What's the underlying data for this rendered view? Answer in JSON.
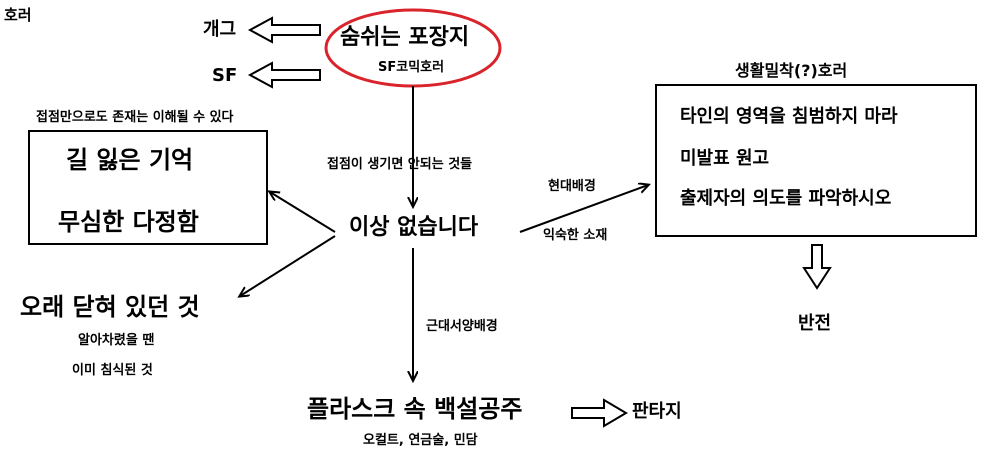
{
  "corner_label": "호러",
  "center": {
    "title": "숨쉬는 포장지",
    "subtitle": "SF코믹호러"
  },
  "left_top_items": [
    {
      "label": "개그"
    },
    {
      "label": "SF"
    }
  ],
  "edge_top": "접점이 생기면 안되는 것들",
  "hub": "이상 없습니다",
  "left_box": {
    "caption": "접점만으로도 존재는 이해될 수 있다",
    "lines": [
      "길 잃은 기억",
      "무심한 다정함"
    ]
  },
  "left_bottom": {
    "title": "오래 닫혀 있던 것",
    "notes": [
      "알아차렸을 땐",
      "이미 침식된 것"
    ]
  },
  "right_box": {
    "caption": "생활밀착(?)호러",
    "lines": [
      "타인의 영역을 침범하지 마라",
      "미발표 원고",
      "출제자의 의도를 파악하시오"
    ]
  },
  "edge_right_top": "현대배경",
  "edge_right_bottom": "익숙한 소재",
  "twist": "반전",
  "edge_bottom": "근대서양배경",
  "bottom": {
    "title": "플라스크 속 백설공주",
    "subtitle": "오컬트, 연금술, 민담",
    "right_label": "판타지"
  },
  "colors": {
    "ellipse": "#d9242b",
    "ink": "#000000"
  }
}
